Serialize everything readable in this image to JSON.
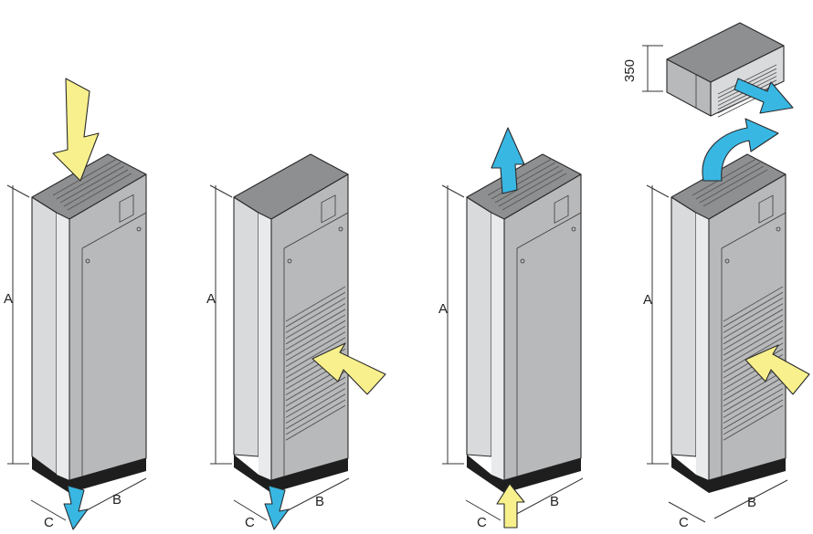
{
  "colors": {
    "front": "#b8b9bb",
    "side": "#d9dadc",
    "side_stripe": "#e9eaeb",
    "top": "#8e8f91",
    "base": "#1e1e1e",
    "arrow_yellow": "#f8f08c",
    "arrow_blue": "#39b7e3",
    "outline": "#2a2a2a"
  },
  "units": [
    {
      "dim_height": "A",
      "dim_width": "B",
      "dim_depth": "C",
      "has_front_louver": false,
      "arrows": [
        {
          "kind": "intake",
          "color": "yellow",
          "position": "top"
        },
        {
          "kind": "discharge",
          "color": "blue",
          "position": "bottom"
        }
      ]
    },
    {
      "dim_height": "A",
      "dim_width": "B",
      "dim_depth": "C",
      "has_front_louver": true,
      "arrows": [
        {
          "kind": "intake",
          "color": "yellow",
          "position": "front"
        },
        {
          "kind": "discharge",
          "color": "blue",
          "position": "bottom"
        }
      ]
    },
    {
      "dim_height": "A",
      "dim_width": "B",
      "dim_depth": "C",
      "has_front_louver": false,
      "arrows": [
        {
          "kind": "discharge",
          "color": "blue",
          "position": "top"
        },
        {
          "kind": "intake",
          "color": "yellow",
          "position": "bottom"
        }
      ]
    },
    {
      "dim_height": "A",
      "dim_width": "B",
      "dim_depth": "C",
      "has_front_louver": true,
      "arrows": [
        {
          "kind": "intake",
          "color": "yellow",
          "position": "front"
        },
        {
          "kind": "discharge",
          "color": "blue",
          "position": "top-curved"
        }
      ]
    }
  ],
  "plenum": {
    "height_label": "350",
    "arrows": [
      {
        "kind": "discharge",
        "color": "blue",
        "position": "front"
      }
    ]
  }
}
